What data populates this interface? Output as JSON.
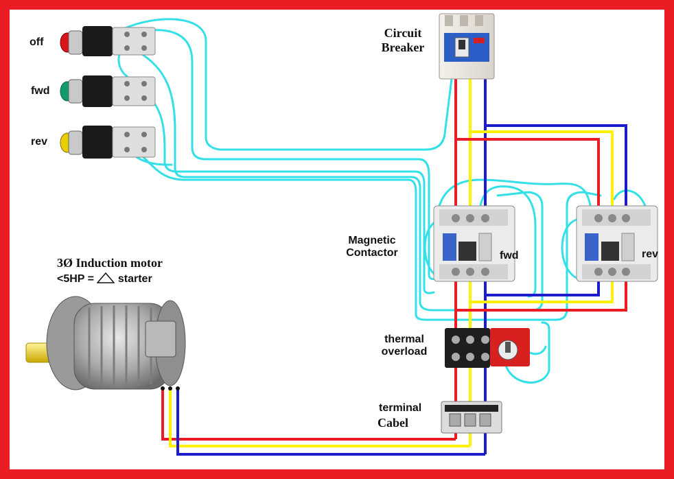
{
  "labels": {
    "off": "off",
    "fwd": "fwd",
    "rev": "rev",
    "breaker_line1": "Circuit",
    "breaker_line2": "Breaker",
    "contactor_line1": "Magnetic",
    "contactor_line2": "Contactor",
    "contactor_fwd": "fwd",
    "contactor_rev": "rev",
    "overload_line1": "thermal",
    "overload_line2": "overload",
    "terminal_line1": "terminal",
    "terminal_line2": "Cabel",
    "motor_line1": "3Ø Induction motor",
    "motor_line2_prefix": "<5HP =",
    "motor_line2_suffix": "starter"
  },
  "colors": {
    "frame": "#ec1c24",
    "phase_red": "#ec1c24",
    "phase_yellow": "#fff200",
    "phase_blue": "#1c1ccc",
    "control_wire": "#33e0e8",
    "button_red": "#d9141c",
    "button_green": "#129a6a",
    "button_yellow": "#e8d000"
  }
}
